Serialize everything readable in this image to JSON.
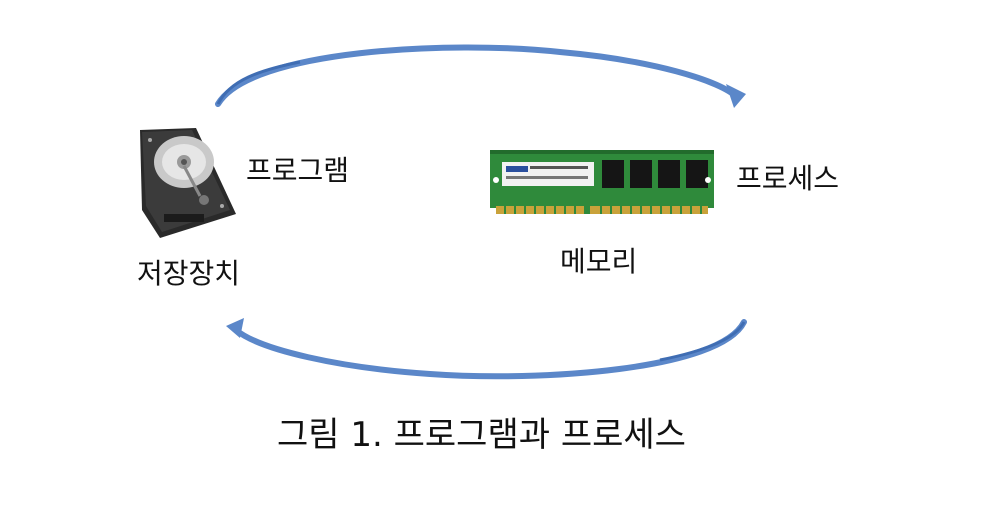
{
  "diagram": {
    "labels": {
      "program": "프로그램",
      "storage": "저장장치",
      "memory": "메모리",
      "process": "프로세스"
    },
    "caption": "그림 1. 프로그램과 프로세스",
    "arrows": [
      {
        "from": "storage",
        "to": "memory",
        "direction": "right",
        "position": "top"
      },
      {
        "from": "memory",
        "to": "storage",
        "direction": "left",
        "position": "bottom"
      }
    ],
    "icons": [
      {
        "name": "hard-disk-drive-icon",
        "represents": "storage"
      },
      {
        "name": "ram-module-icon",
        "represents": "memory"
      }
    ],
    "colors": {
      "arrow": "#5b87c9",
      "arrow_shade": "#3f6db3",
      "ram_pcb": "#2f8a3b",
      "text": "#111111"
    }
  }
}
